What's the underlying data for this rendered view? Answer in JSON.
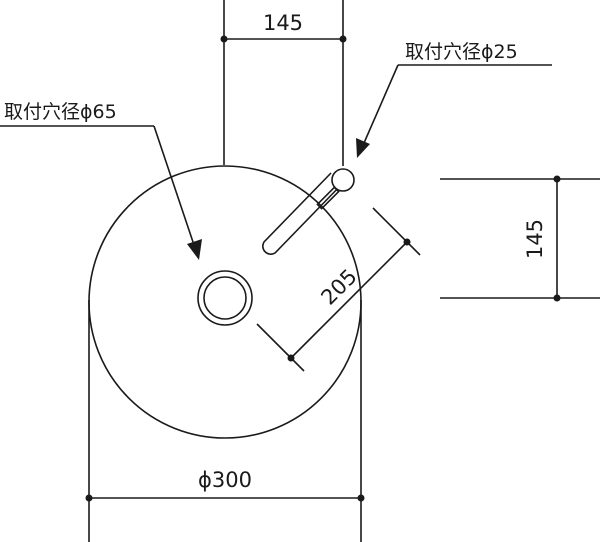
{
  "labels": {
    "top_dimension": "145",
    "right_dimension": "145",
    "diagonal_dimension": "205",
    "diameter_dimension": "ϕ300",
    "hole_small": "取付穴径ϕ25",
    "hole_large": "取付穴径ϕ65"
  },
  "colors": {
    "line": "#1a1a1a",
    "background": "#ffffff"
  }
}
